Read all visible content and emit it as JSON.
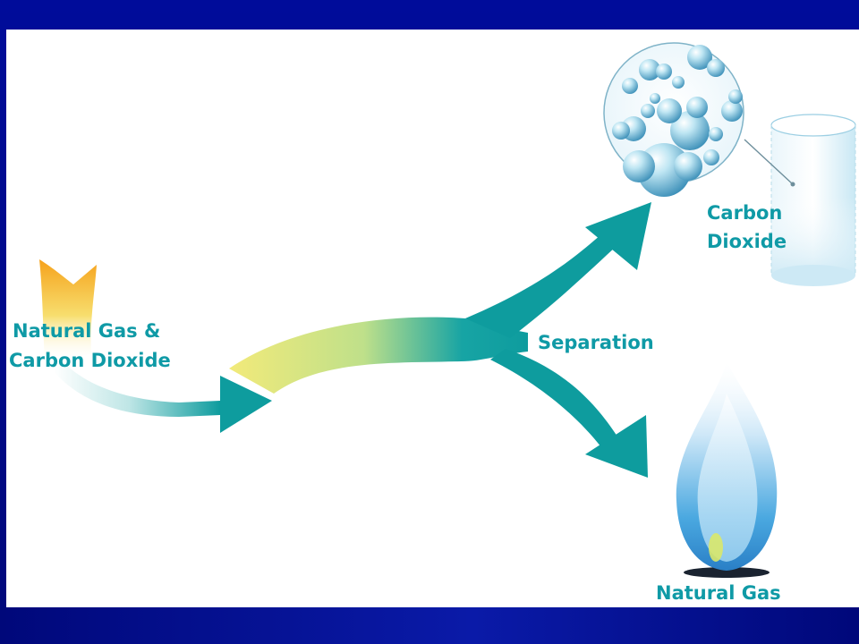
{
  "labels": {
    "input_line1": "Natural Gas &",
    "input_line2": "Carbon Dioxide",
    "process": "Separation",
    "output_co2_line1": "Carbon",
    "output_co2_line2": "Dioxide",
    "output_gas": "Natural Gas"
  },
  "colors": {
    "frame": "#000a8c",
    "label_teal": "#0f9aa6",
    "arrow_teal": "#0e9c9e",
    "arrow_yellow": "#f2ea7a",
    "arrow_orange": "#f29a1a"
  }
}
